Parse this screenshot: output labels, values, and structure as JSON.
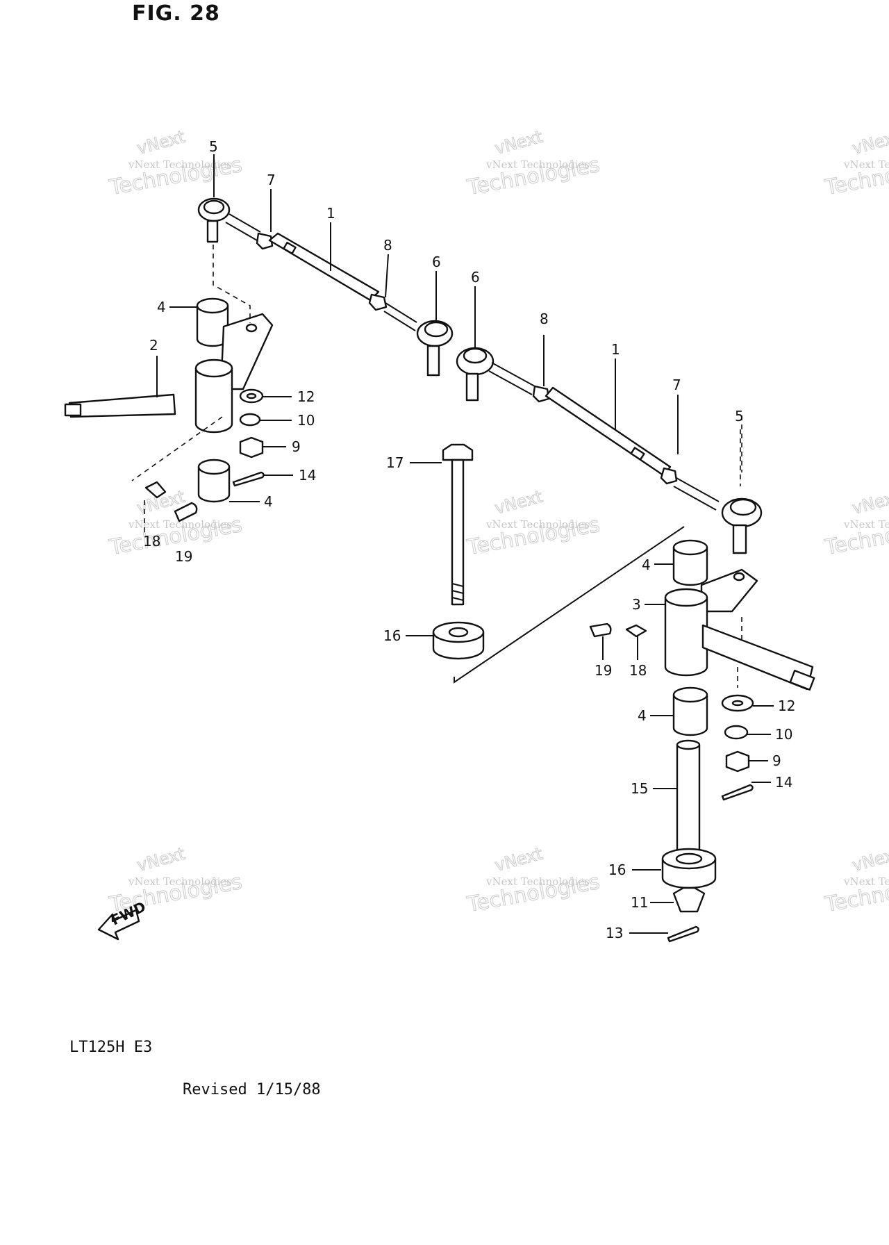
{
  "figure": {
    "title": "FIG. 28"
  },
  "footer": {
    "model": "LT125H E3",
    "revised": "Revised 1/15/88"
  },
  "arrow": {
    "label": "FWD"
  },
  "watermark": {
    "line1": "vNext",
    "line2": "vNext Technologies",
    "line3": "Technologies"
  },
  "callouts": {
    "c1": "1",
    "c2": "2",
    "c3": "3",
    "c4": "4",
    "c5": "5",
    "c6": "6",
    "c7": "7",
    "c8": "8",
    "c9": "9",
    "c10": "10",
    "c11": "11",
    "c12": "12",
    "c13": "13",
    "c14": "14",
    "c15": "15",
    "c16": "16",
    "c17": "17",
    "c18": "18",
    "c19": "19"
  }
}
